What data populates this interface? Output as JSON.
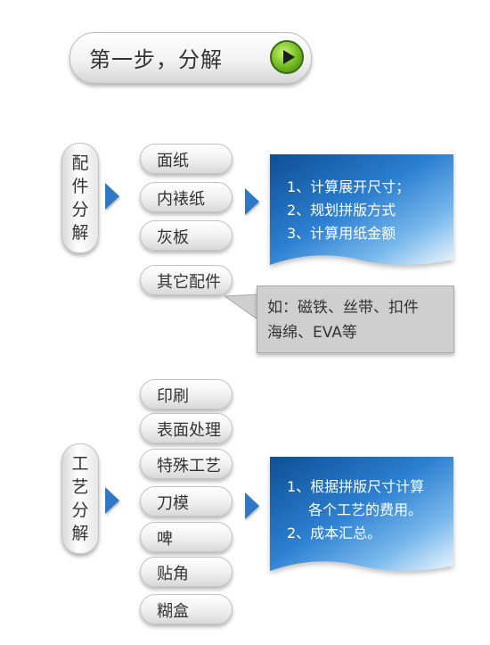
{
  "title": {
    "text": "第一步，分解"
  },
  "sections": [
    {
      "category": "配件分解",
      "items": [
        "面纸",
        "内裱纸",
        "灰板",
        "其它配件"
      ],
      "info_lines": [
        "1、计算展开尺寸；",
        "2、规划拼版方式",
        "3、计算用纸金额"
      ],
      "callout_lines": [
        "如：磁铁、丝带、扣件",
        "海绵、EVA等"
      ]
    },
    {
      "category": "工艺分解",
      "items": [
        "印刷",
        "表面处理",
        "特殊工艺",
        "刀模",
        "啤",
        "贴角",
        "糊盒"
      ],
      "info_lines": [
        "1、根据拼版尺寸计算",
        "各个工艺的费用。",
        "2、成本汇总。"
      ]
    }
  ],
  "colors": {
    "accent_blue": "#2e78c6",
    "box_blue_dark": "#0d4f94",
    "play_green": "#7fc52b",
    "callout_gray": "#cfcfcf"
  },
  "icons": {
    "play": "play-button-icon",
    "chevron": "chevron-right-icon"
  }
}
